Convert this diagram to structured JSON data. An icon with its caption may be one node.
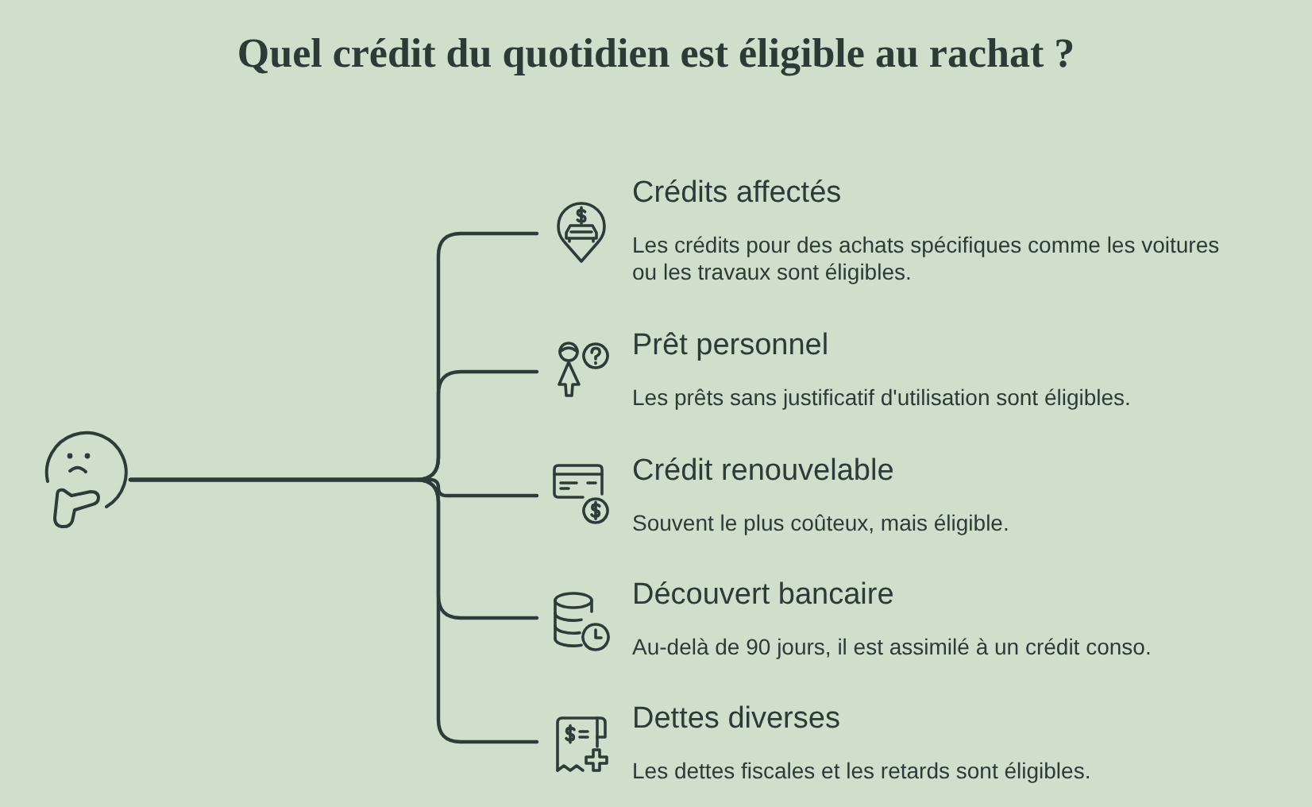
{
  "diagram": {
    "title": "Quel crédit du quotidien est éligible au rachat ?",
    "nodes": [
      {
        "text": [],
        "shape": "picture"
      },
      {
        "text": [
          "Crédits affectés",
          "Les crédits pour des achats spécifiques comme les voitures ou les travaux sont éligibles."
        ]
      },
      {
        "text": [
          "Prêt personnel",
          "Les prêts sans justificatif d'utilisation sont éligibles."
        ]
      },
      {
        "text": [
          "Crédit renouvelable",
          "Souvent le plus coûteux, mais éligible."
        ]
      },
      {
        "text": [
          "Découvert bancaire",
          "Au-delà de 90 jours, il est assimilé à un crédit conso."
        ]
      },
      {
        "text": [
          "Dettes diverses",
          "Les dettes fiscales et les retards sont éligibles."
        ]
      }
    ],
    "edges": [
      {
        "from": 0,
        "to": 1,
        "arrow": "none"
      },
      {
        "from": 0,
        "to": 2,
        "arrow": "none"
      },
      {
        "from": 0,
        "to": 3,
        "arrow": "none"
      },
      {
        "from": 0,
        "to": 4,
        "arrow": "none"
      },
      {
        "from": 0,
        "to": 5,
        "arrow": "none"
      }
    ]
  }
}
